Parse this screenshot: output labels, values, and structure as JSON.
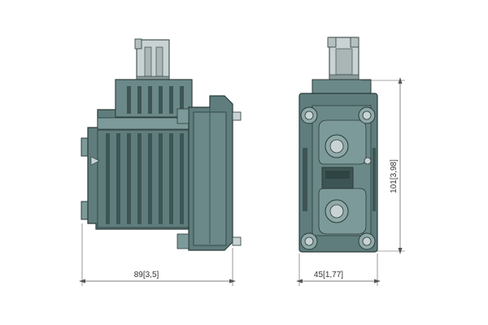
{
  "colors": {
    "body": "#5f7d7c",
    "body_light": "#7c9a99",
    "body_dark": "#3d5554",
    "outline": "#2a3a3a",
    "connector": "#c9d3d3",
    "connector_dark": "#8a9a9a",
    "dimension_line": "#555555",
    "text": "#333333"
  },
  "dimensions": {
    "width_side": "89[3,5]",
    "width_front": "45[1,77]",
    "height_front": "101[3,98]"
  }
}
